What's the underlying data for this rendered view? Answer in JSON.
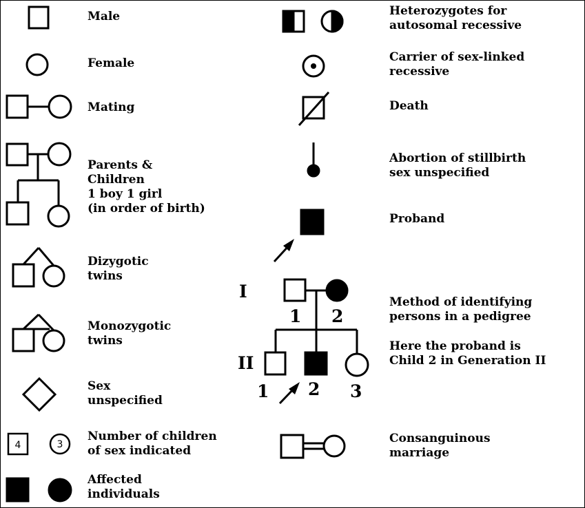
{
  "labels": {
    "male": "Male",
    "female": "Female",
    "mating": "Mating",
    "parents_children": "Parents &\nChildren\n1 boy 1 girl\n(in order of birth)",
    "dizygotic": "Dizygotic\ntwins",
    "monozygotic": "Monozygotic\ntwins",
    "sex_unspecified": "Sex\nunspecified",
    "number_children": "Number of children\nof sex indicated",
    "affected": "Affected\nindividuals",
    "heterozygotes": "Heterozygotes for\nautosomal recessive",
    "carrier": "Carrier of sex-linked\nrecessive",
    "death": "Death",
    "abortion": "Abortion of stillbirth\nsex unspecified",
    "proband": "Proband",
    "method": "Method of identifying\npersons in a pedigree",
    "here": "Here the proband is\nChild 2 in Generation II",
    "consanguineous": "Consanguinous\nmarriage"
  },
  "pedigree": {
    "gen1": "I",
    "gen2": "II",
    "g1_n1": "1",
    "g1_n2": "2",
    "g2_n1": "1",
    "g2_n2": "2",
    "g2_n3": "3"
  },
  "counts": {
    "male_count": "4",
    "female_count": "3"
  }
}
